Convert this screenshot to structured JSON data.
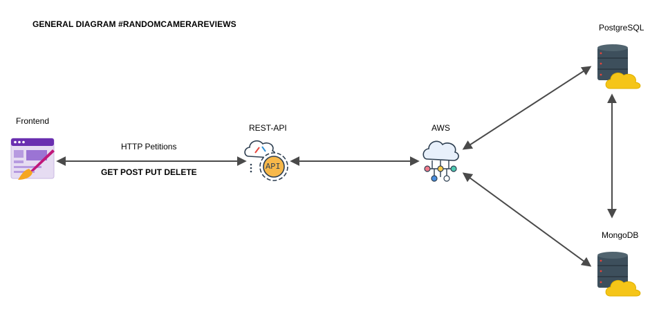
{
  "diagram": {
    "title": "GENERAL DIAGRAM #RANDOMCAMERAREVIEWS",
    "nodes": {
      "frontend": {
        "label": "Frontend",
        "icon": "web-design-icon"
      },
      "rest_api": {
        "label": "REST-API",
        "icon": "api-gear-cloud-icon",
        "badge": "API"
      },
      "aws": {
        "label": "AWS",
        "icon": "cloud-network-icon"
      },
      "postgres": {
        "label": "PostgreSQL",
        "icon": "database-cloud-icon"
      },
      "mongodb": {
        "label": "MongoDB",
        "icon": "database-cloud-icon"
      }
    },
    "edges": [
      {
        "from": "frontend",
        "to": "rest_api",
        "label_top": "HTTP Petitions",
        "label_bottom": "GET POST PUT DELETE",
        "bidirectional": true
      },
      {
        "from": "rest_api",
        "to": "aws",
        "bidirectional": true
      },
      {
        "from": "aws",
        "to": "postgres",
        "bidirectional": true
      },
      {
        "from": "aws",
        "to": "mongodb",
        "bidirectional": true
      },
      {
        "from": "postgres",
        "to": "mongodb",
        "bidirectional": true
      }
    ],
    "colors": {
      "edge": "#4a4a4a",
      "db_body": "#3d4f5c",
      "cloud_yellow": "#f5c518",
      "frontend_purple": "#6a2fb0",
      "api_orange": "#f7b84a"
    }
  }
}
